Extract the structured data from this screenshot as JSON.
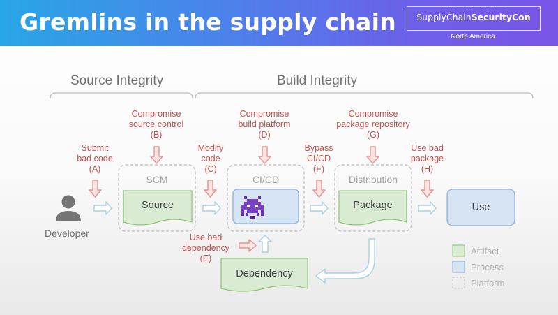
{
  "slide": {
    "title": "Gremlins in the supply chain",
    "logo": {
      "part1": "SupplyChain",
      "part2": "SecurityCon",
      "region": "North America"
    }
  },
  "headers": {
    "source": "Source Integrity",
    "build": "Build Integrity"
  },
  "threats": {
    "a": [
      "Submit",
      "bad code",
      "(A)"
    ],
    "b": [
      "Compromise",
      "source control",
      "(B)"
    ],
    "c": [
      "Modify",
      "code",
      "(C)"
    ],
    "d": [
      "Compromise",
      "build platform",
      "(D)"
    ],
    "e": [
      "Use bad",
      "dependency",
      "(E)"
    ],
    "f": [
      "Bypass",
      "CI/CD",
      "(F)"
    ],
    "g": [
      "Compromise",
      "package repository",
      "(G)"
    ],
    "h": [
      "Use bad",
      "package",
      "(H)"
    ]
  },
  "platforms": {
    "scm": "SCM",
    "cicd": "CI/CD",
    "distribution": "Distribution"
  },
  "nodes": {
    "developer": "Developer",
    "source": "Source",
    "package": "Package",
    "use": "Use",
    "dependency": "Dependency"
  },
  "legend": {
    "artifact": "Artifact",
    "process": "Process",
    "platform": "Platform"
  },
  "colors": {
    "artifact_fill": "#d9ecd3",
    "artifact_stroke": "#93c47d",
    "process_fill": "#d5e3f3",
    "process_stroke": "#8fb0dc",
    "threat": "#e6938f",
    "flow_arrow": "#a9cfe0"
  },
  "icons": {
    "developer": "person-icon",
    "gremlin": "space-invader-icon"
  }
}
